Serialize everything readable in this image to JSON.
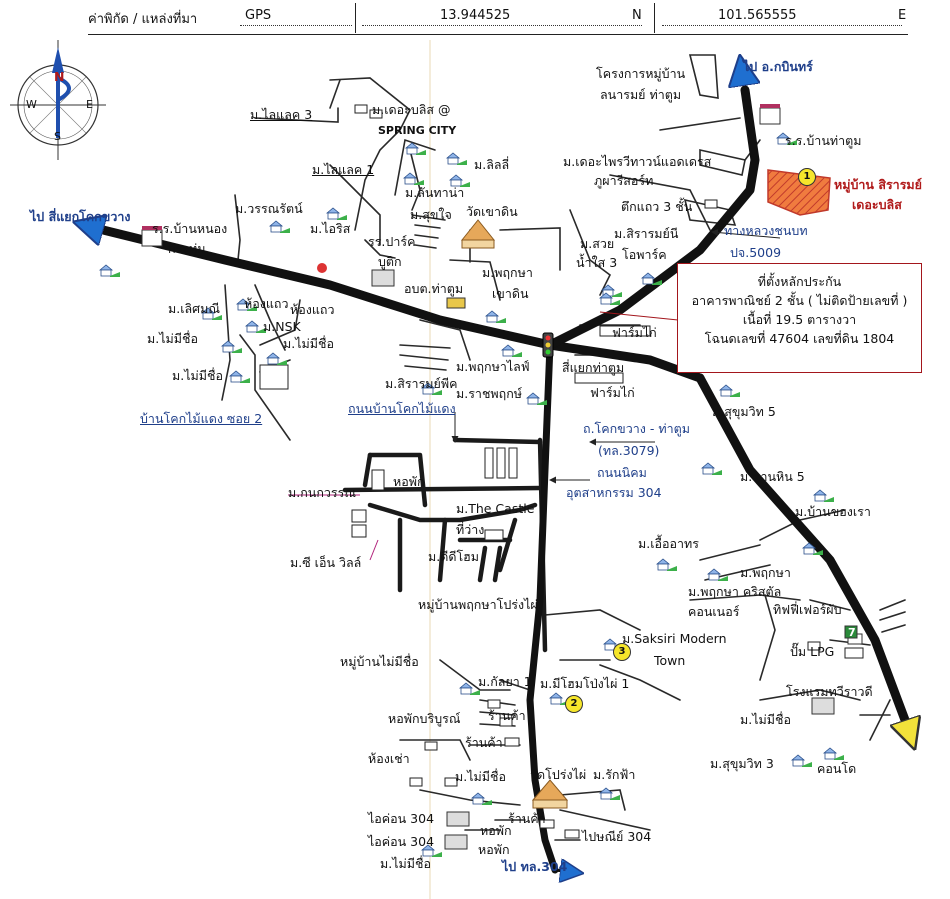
{
  "header": {
    "label": "ค่าพิกัด / แหล่งที่มา",
    "source": "GPS",
    "lat": "13.944525",
    "lat_unit": "N",
    "lon": "101.565555",
    "lon_unit": "E"
  },
  "compass": {
    "n": "N",
    "s": "S",
    "e": "E",
    "w": "W"
  },
  "info_box": {
    "line1": "ที่ตั้งหลักประกัน",
    "line2": "อาคารพาณิชย์ 2 ชั้น  ( ไม่ติดป้ายเลขที่ )",
    "line3": "เนื้อที่ 19.5 ตารางวา",
    "line4": "โฉนดเลขที่ 47604 เลขที่ดิน 1804"
  },
  "markers": {
    "m1": "1",
    "m2": "2",
    "m3": "3"
  },
  "labels": {
    "to_kabinburi": "ไป อ.กบินทร์",
    "to_kokkwang": "ไป สี่แยกโคกขวาง",
    "to_304": "ไป ทล.304",
    "rural_road": "ทางหลวงชนบท",
    "rural_road_code": "ปจ.5009",
    "road_kokkwang": "ถ.โคกขวาง - ท่าตูม",
    "road_kokkwang_code": "(ทล.3079)",
    "road_nikom": "ถนนนิคม",
    "road_nikom2": "อุตสาหกรรม 304",
    "road_koksai": "ถนนบ้านโคกไม้แดง",
    "soi2": "บ้านโคกไม้แดง ซอย 2",
    "target_village": "หมู่บ้าน สิรารมย์",
    "target_village2": "เดอะบลิส",
    "proj_village": "โครงการหมู่บ้าน",
    "proj_village2": "ลนารมย์ ท่าตูม",
    "school_thatum": "ร.ร.บ้านท่าตูม",
    "the_private": "ม.เดอะไพรวีทาวน์แอดเดรส",
    "phuphari": "ภูผารีสอร์ท",
    "shophouse3": "ตึกแถว 3 ชั้น",
    "siramni": "ม.สิรารมย์นี",
    "opark": "โอพาร์ค",
    "msuai": "ม.สวย",
    "namsai3": "น้ำใส 3",
    "lailak3": "ม.ไลแลค 3",
    "theblissA": "ม.เดอะบลิส @",
    "spring": "SPRING CITY",
    "lailak1": "ม.ไลแลค 1",
    "lili": "ม.ลิลลี่",
    "wannarat": "ม.วรรณรัตน์",
    "iris": "ม.ไอริส",
    "lanthana": "ม.ลันทาน่า",
    "sukjai": "ม.สุขใจ",
    "wat_khaodin": "วัดเขาดิน",
    "park_school": "รร.ปาร์ค",
    "park_school2": "บูติก",
    "obt": "อบต.ท่าตูม",
    "pruksa_khaodin": "ม.พฤกษา",
    "pruksa_khaodin2": "เขาดิน",
    "chicken_farm": "ฟาร์มไก่",
    "school_nonglong": "ร.ร.บ้านหนอง",
    "school_nonglong2": "กระทุ่ม",
    "roomrow": "ห้องแถว",
    "roomrow2": "ห้องแถว",
    "loetmani": "ม.เลิศมณี",
    "nsk": "ม.NSK",
    "noname1": "ม.ไม่มีชื่อ",
    "noname2": "ม.ไม่มีชื่อ",
    "noname3": "ม.ไม่มีชื่อ",
    "sirarom_pik": "ม.สิรารมย์พีค",
    "pruksa_life": "ม.พฤกษาไลฟ์",
    "ratchapruk": "ม.ราชพฤกษ์",
    "sieyak_thatum": "สี่แยกท่าตูม",
    "chicken_farm2": "ฟาร์มไก่",
    "sukhumvit5": "ม.สุขุมวิท 5",
    "phanhin5": "ม.พานหิน 5",
    "bansongrao": "ม.บ้านของเรา",
    "dormitory": "หอพัก",
    "kanokwan": "ม.กนกวรรณ",
    "castle": "ม.The Castle",
    "vacant": "ที่ว่าง",
    "ceenvilla": "ม.ซี เอ็น วิลล์",
    "dd_home": "ม.ดีดีโฮม",
    "euathon": "ม.เอื้ออาทร",
    "pruksa_a": "ม.พฤกษา",
    "pruksa_crystal": "ม.พฤกษา คริสตัล",
    "corner": "คอนเนอร์",
    "tiffany": "ทิฟฟี่เฟอร์ผับ",
    "lpg": "ปั๊ม LPG",
    "pruksa_prongphai": "หมู่บ้านพฤกษาโปร่งไผ่",
    "saksiri": "ม.Saksiri Modern",
    "saksiri2": "Town",
    "noname_village": "หมู่บ้านไม่มีชื่อ",
    "kanlaya1": "ม.กัลยา 1",
    "mihome": "ม.มีโฮมโป่งไผ่ 1",
    "shop1": "ร้านค้า",
    "dorm_boribun": "หอพักบริบูรณ์",
    "shop2": "ร้านค้า",
    "hotel": "โรงแรมทวีราวดี",
    "noname4": "ม.ไม่มีชื่อ",
    "sukhumvit3": "ม.สุขุมวิท 3",
    "condo": "คอนโด",
    "rent_room": "ห้องเช่า",
    "noname5": "ม.ไม่มีชื่อ",
    "wat_prongphai": "วัดโปร่งไผ่",
    "rakfa": "ม.รักฟ้า",
    "icon304": "ไอค่อน 304",
    "icon304b": "ไอค่อน 304",
    "shop3": "ร้านค้า",
    "dorm2": "หอพัก",
    "dorm3": "หอพัก",
    "post304": "ไปษณีย์ 304",
    "noname6": "ม.ไม่มีชื่อ",
    "seven": "7"
  }
}
